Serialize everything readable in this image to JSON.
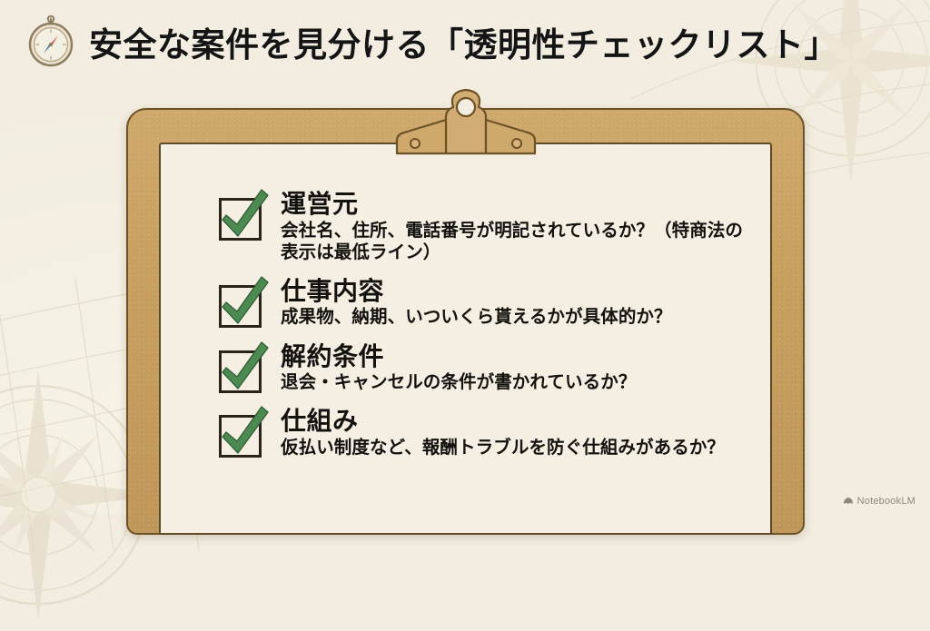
{
  "header": {
    "icon": "compass-icon",
    "title": "安全な案件を見分ける「透明性チェックリスト」"
  },
  "clipboard": {
    "board_color": "#c79f5e",
    "board_outline": "#6d5127",
    "paper_color": "#f4efe2",
    "clip_icon": "clipboard-clip-icon"
  },
  "checklist": {
    "check_color": "#4c8a52",
    "box_color": "#2a2418",
    "items": [
      {
        "icon": "checkmark-icon",
        "title": "運営元",
        "desc": "会社名、住所、電話番号が明記されているか？（特商法の表示は最低ライン）"
      },
      {
        "icon": "checkmark-icon",
        "title": "仕事内容",
        "desc": "成果物、納期、いついくら貰えるかが具体的か？"
      },
      {
        "icon": "checkmark-icon",
        "title": "解約条件",
        "desc": "退会・キャンセルの条件が書かれているか？"
      },
      {
        "icon": "checkmark-icon",
        "title": "仕組み",
        "desc": "仮払い制度など、報酬トラブルを防ぐ仕組みがあるか？"
      }
    ]
  },
  "watermark": {
    "icon": "notebooklm-icon",
    "label": "NotebookLM"
  },
  "background": {
    "base_color": "#f2ede0",
    "decoration": "compass-rose-watermark"
  }
}
